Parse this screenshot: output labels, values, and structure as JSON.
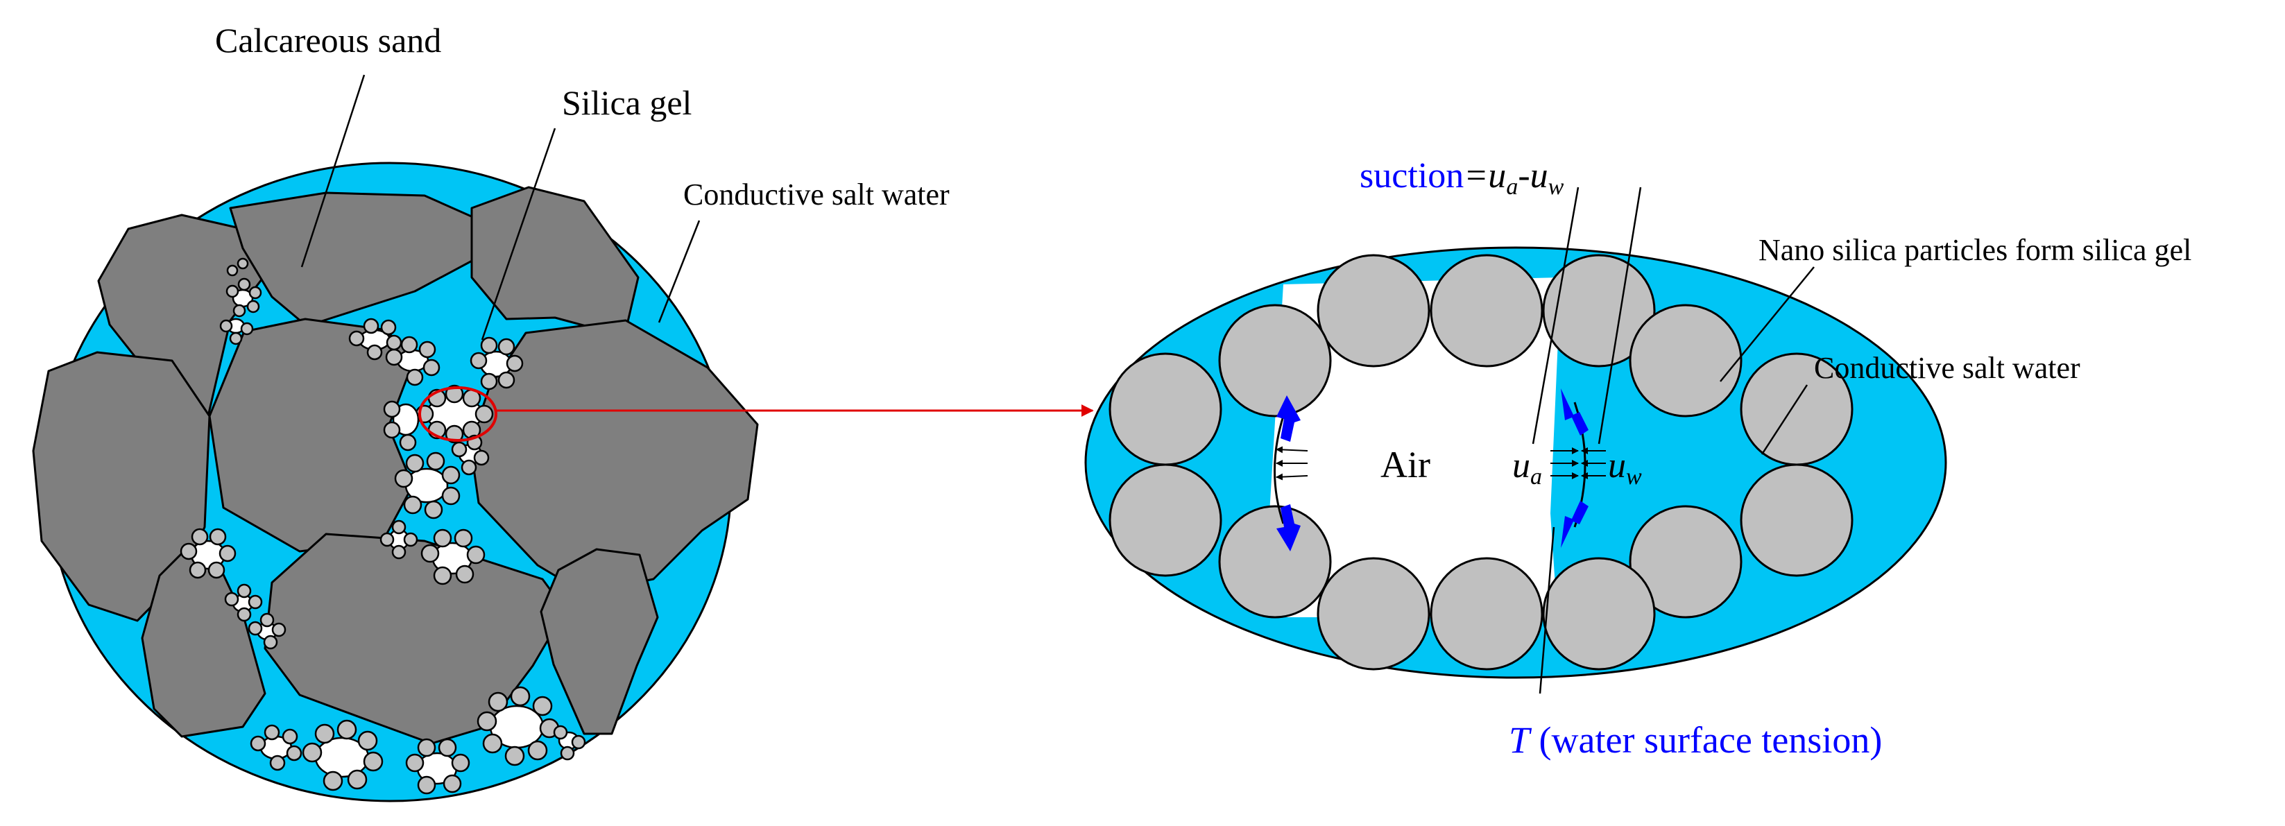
{
  "labels": {
    "calcareous_sand": "Calcareous sand",
    "silica_gel": "Silica gel",
    "conductive_salt_water_left": "Conductive salt water",
    "nano_silica": "Nano silica particles form silica gel",
    "conductive_salt_water_right": "Conductive salt water",
    "air": "Air",
    "suction_word": "suction",
    "suction_eq": "=u",
    "suction_sub_a": "a",
    "suction_dash": "-u",
    "suction_sub_w": "w",
    "ua_u": "u",
    "ua_sub": "a",
    "uw_u": "u",
    "uw_sub": "w",
    "tension_symbol": "T",
    "tension_text": " (water surface tension)"
  },
  "colors": {
    "water": "#00c5f5",
    "sand_grain": "#7f7f7f",
    "silica_particle": "#c0c0c0",
    "outline": "#000000",
    "zoom_marker": "#e00000",
    "tension_arrow": "#0000ff",
    "tension_text": "#0000ff"
  }
}
